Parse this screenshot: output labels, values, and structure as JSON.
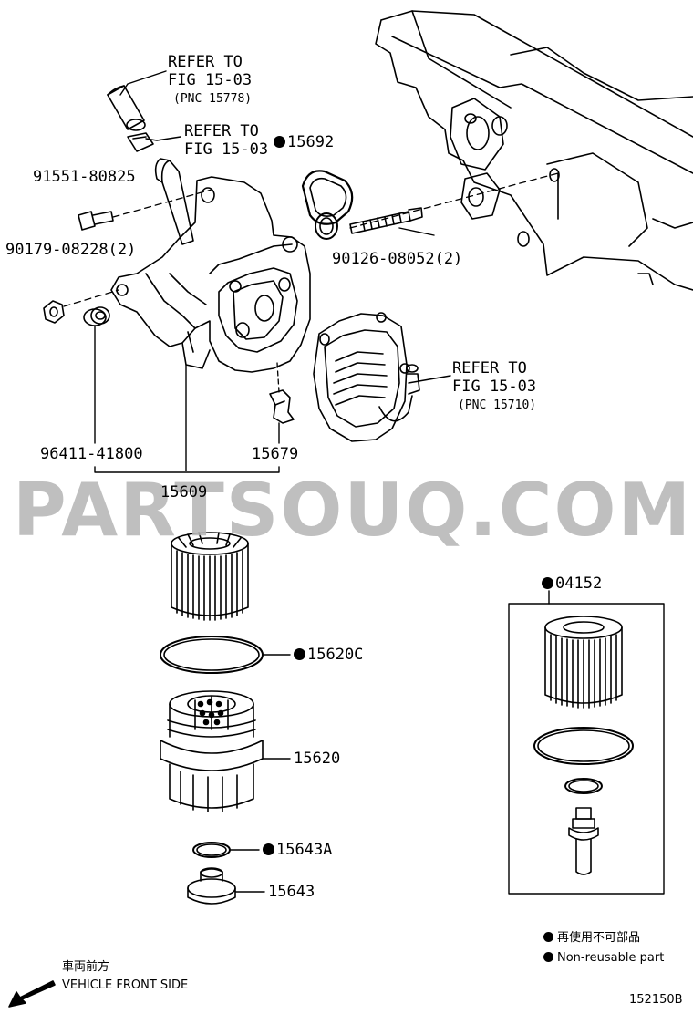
{
  "watermark": "PARTSOUQ.COM",
  "refs": {
    "top": {
      "line1": "REFER TO",
      "line2": "FIG 15-03",
      "line3": "(PNC 15778)"
    },
    "mid": {
      "line1": "REFER TO",
      "line2": "FIG 15-03"
    },
    "right": {
      "line1": "REFER TO",
      "line2": "FIG 15-03",
      "line3": "(PNC 15710)"
    }
  },
  "parts": {
    "p15692": "15692",
    "p91551": "91551-80825",
    "p90179": "90179-08228(2)",
    "p90126": "90126-08052(2)",
    "p96411": "96411-41800",
    "p15679": "15679",
    "p15609": "15609",
    "p04152": "04152",
    "p15620C": "15620C",
    "p15620": "15620",
    "p15643A": "15643A",
    "p15643": "15643"
  },
  "legend": {
    "jp": "再使用不可部品",
    "en": "Non-reusable part"
  },
  "front": {
    "jp": "車両前方",
    "en": "VEHICLE FRONT SIDE"
  },
  "figure_code": "152150B"
}
